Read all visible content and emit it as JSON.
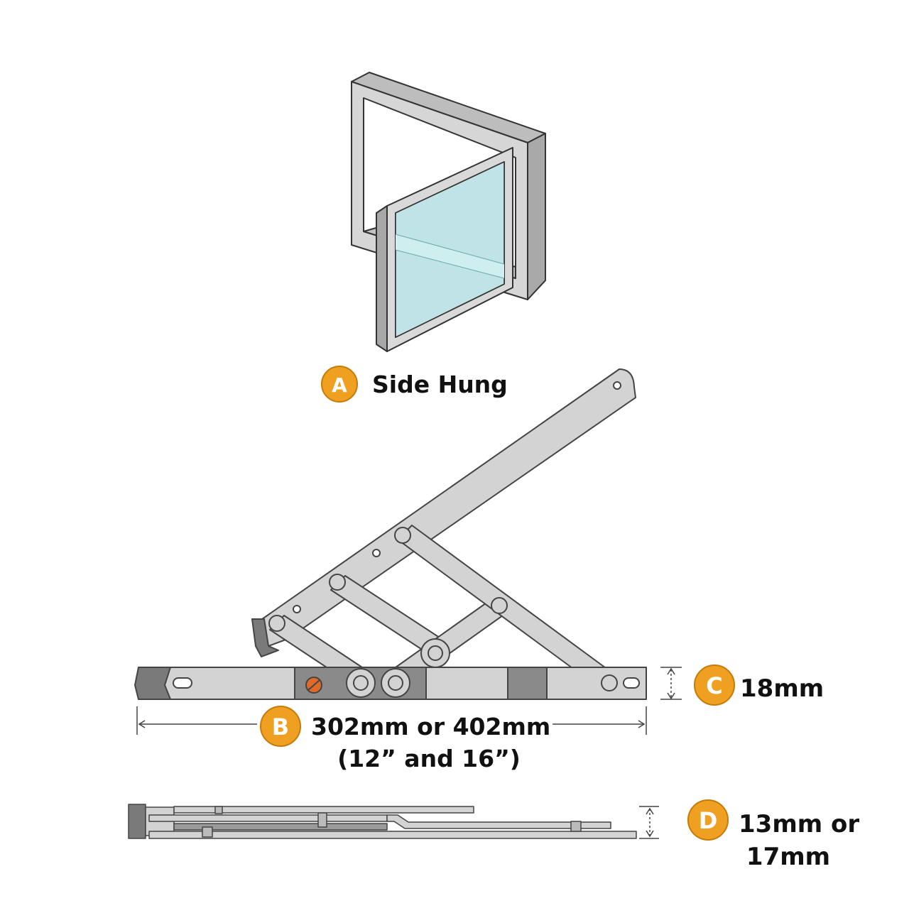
{
  "callouts": {
    "a": {
      "letter": "A",
      "text": "Side Hung"
    },
    "b": {
      "letter": "B",
      "line1": "302mm or 402mm",
      "line2": "(12” and 16”)"
    },
    "c": {
      "letter": "C",
      "text": "18mm"
    },
    "d": {
      "letter": "D",
      "line1": "13mm or",
      "line2": "17mm"
    }
  },
  "colors": {
    "badge_fill": "#f0a020",
    "badge_stroke": "#c67a08",
    "metal": "#d3d3d3",
    "metal_dark": "#7a7a7a",
    "glass": "#bfe3e6",
    "screw": "#e06a2a"
  },
  "icons": {
    "window": "side-hung-window-icon",
    "hinge": "friction-hinge-icon",
    "screw": "screw-icon"
  }
}
